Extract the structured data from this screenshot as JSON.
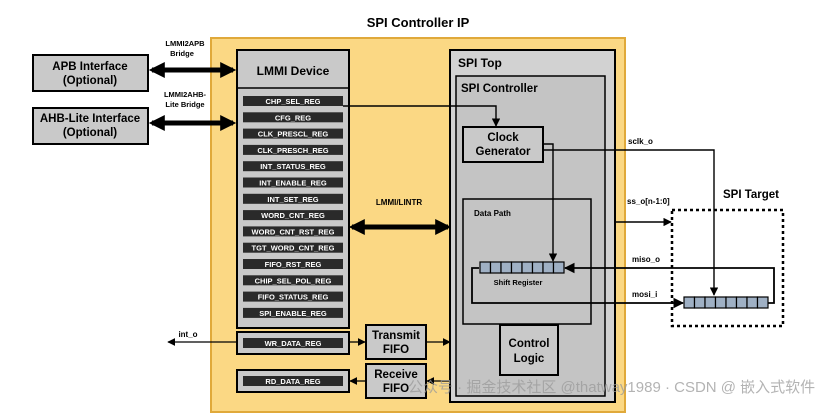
{
  "title": "SPI Controller IP",
  "apb": {
    "line1": "APB Interface",
    "line2": "(Optional)"
  },
  "ahb": {
    "line1": "AHB-Lite Interface",
    "line2": "(Optional)"
  },
  "bridges": {
    "apb_line1": "LMMI2APB",
    "apb_line2": "Bridge",
    "ahb_line1": "LMMI2AHB-",
    "ahb_line2": "Lite Bridge"
  },
  "lmmi_device": "LMMI Device",
  "registers": [
    "CHP_SEL_REG",
    "CFG_REG",
    "CLK_PRESCL_REG",
    "CLK_PRESCH_REG",
    "INT_STATUS_REG",
    "INT_ENABLE_REG",
    "INT_SET_REG",
    "WORD_CNT_REG",
    "WORD_CNT_RST_REG",
    "TGT_WORD_CNT_REG",
    "FIFO_RST_REG",
    "CHIP_SEL_POL_REG",
    "FIFO_STATUS_REG",
    "SPI_ENABLE_REG"
  ],
  "wr_data_reg": "WR_DATA_REG",
  "rd_data_reg": "RD_DATA_REG",
  "lmmi_lintr": "LMMI/LINTR",
  "int_o": "int_o",
  "transmit_fifo": {
    "line1": "Transmit",
    "line2": "FIFO"
  },
  "receive_fifo": {
    "line1": "Receive",
    "line2": "FIFO"
  },
  "spi_top": "SPI Top",
  "spi_controller": "SPI Controller",
  "clock_generator": {
    "line1": "Clock",
    "line2": "Generator"
  },
  "data_path": "Data Path",
  "shift_register": "Shift Register",
  "control_logic": {
    "line1": "Control",
    "line2": "Logic"
  },
  "signals": {
    "sclk": "sclk_o",
    "ss": "ss_o[n-1:0]",
    "miso": "miso_o",
    "mosi": "mosi_i"
  },
  "spi_target": "SPI Target",
  "watermark": "公众号 · 掘金技术社区 @thatway1989 · CSDN @ 嵌入式软件"
}
